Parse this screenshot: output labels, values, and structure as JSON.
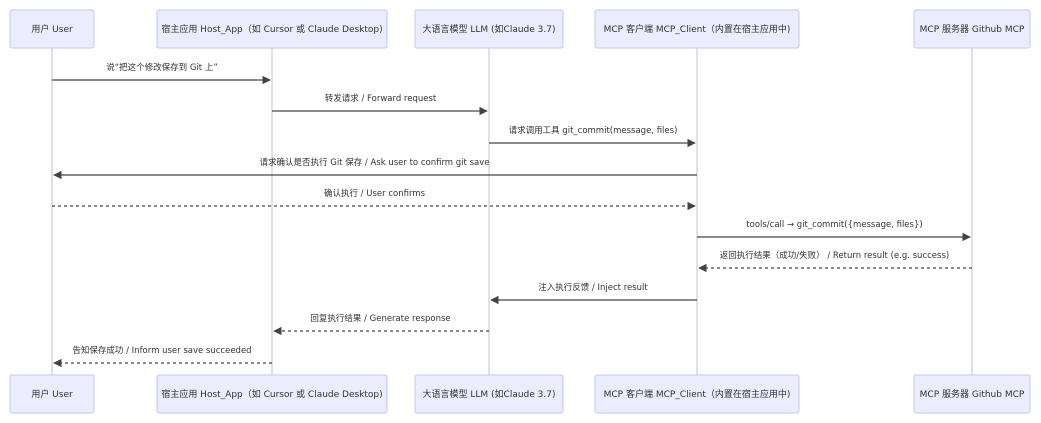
{
  "participants": [
    {
      "id": "user",
      "label": "用户 User"
    },
    {
      "id": "host",
      "label": "宿主应用 Host_App（如 Cursor 或 Claude Desktop)"
    },
    {
      "id": "llm",
      "label": "大语言模型 LLM (如Claude 3.7)"
    },
    {
      "id": "client",
      "label": "MCP 客户端 MCP_Client（内置在宿主应用中)"
    },
    {
      "id": "server",
      "label": "MCP 服务器 Github MCP"
    }
  ],
  "messages": [
    {
      "from": "user",
      "to": "host",
      "label": "说“把这个修改保存到 Git 上”",
      "style": "solid"
    },
    {
      "from": "host",
      "to": "llm",
      "label": "转发请求 / Forward request",
      "style": "solid"
    },
    {
      "from": "llm",
      "to": "client",
      "label": "请求调用工具 git_commit(message, files)",
      "style": "solid"
    },
    {
      "from": "client",
      "to": "user",
      "label": "请求确认是否执行 Git 保存 / Ask user to confirm git save",
      "style": "solid"
    },
    {
      "from": "user",
      "to": "client",
      "label": "确认执行 / User confirms",
      "style": "dashed"
    },
    {
      "from": "client",
      "to": "server",
      "label": "tools/call → git_commit({message, files})",
      "style": "solid"
    },
    {
      "from": "server",
      "to": "client",
      "label": "返回执行结果（成功/失败） / Return result (e.g. success)",
      "style": "dashed"
    },
    {
      "from": "client",
      "to": "llm",
      "label": "注入执行反馈 / Inject result",
      "style": "solid"
    },
    {
      "from": "llm",
      "to": "host",
      "label": "回复执行结果 / Generate response",
      "style": "dashed"
    },
    {
      "from": "host",
      "to": "user",
      "label": "告知保存成功 / Inform user save succeeded",
      "style": "dashed"
    }
  ],
  "colors": {
    "actor_fill": "#ECECFF",
    "actor_stroke": "#c6c6f0",
    "lifeline": "#c8c8ee",
    "arrow": "#444444"
  }
}
